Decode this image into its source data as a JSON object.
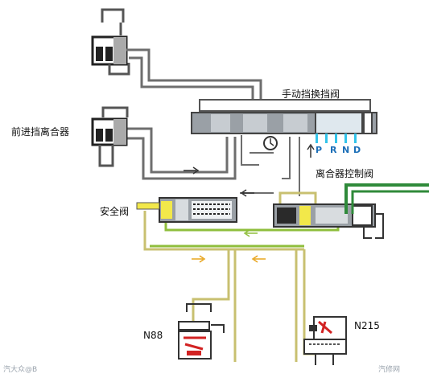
{
  "labels": {
    "manual_valve": "手动挡换挡阀",
    "forward_clutch": "前进挡离合器",
    "clutch_control_valve": "离合器控制阀",
    "safety_valve": "安全阀",
    "n88": "N88",
    "n215": "N215"
  },
  "gear_positions": [
    "P",
    "R",
    "N",
    "D"
  ],
  "watermarks": {
    "left": "汽大众@B",
    "right": "汽修网"
  },
  "colors": {
    "pressure_line": "#6e6e6e",
    "control_line": "#c8c070",
    "green_line": "#8fbe3c",
    "clutch_line": "#2f8a3a",
    "valve_body": "#9aa0a6",
    "cyan_accent": "#33c4ea",
    "yellow_accent": "#f2e84a",
    "red_accent": "#d22222",
    "gear_text": "#1c6fb8"
  }
}
